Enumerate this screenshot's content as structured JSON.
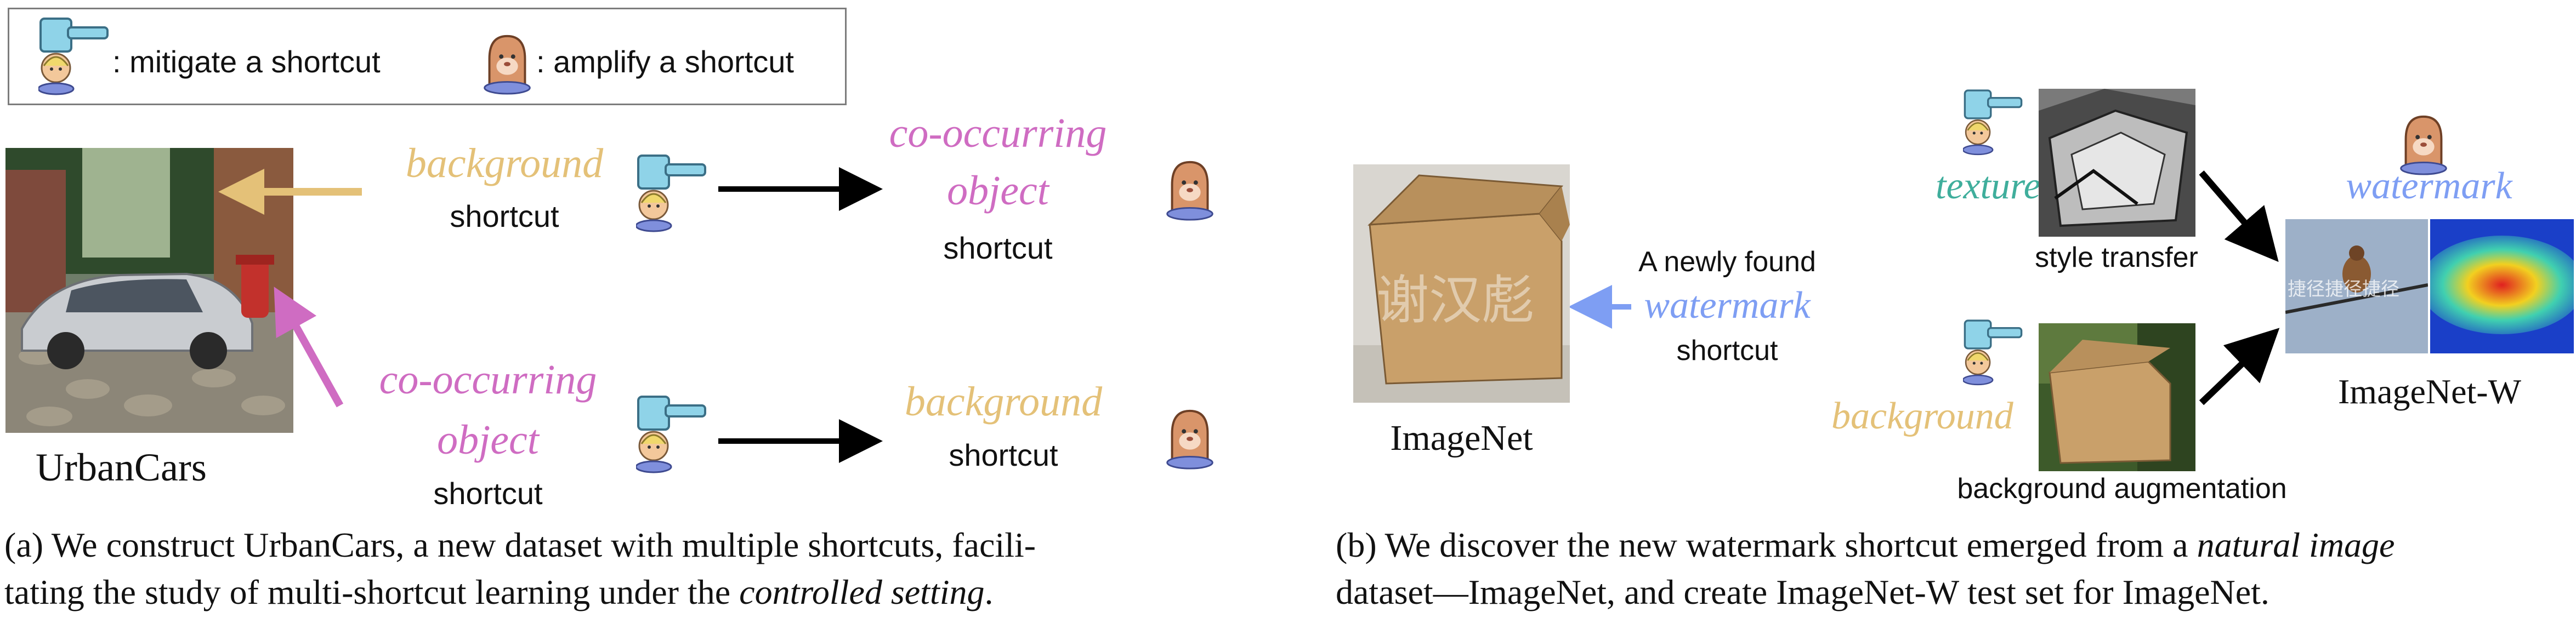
{
  "legend": {
    "mitigate_label": ": mitigate a shortcut",
    "amplify_label": ": amplify a shortcut"
  },
  "panel_a": {
    "dataset_label": "UrbanCars",
    "row1": {
      "left_italic": "background",
      "left_plain": "shortcut",
      "right_italic_1": "co-occurring",
      "right_italic_2": "object",
      "right_plain": "shortcut"
    },
    "row2": {
      "left_italic_1": "co-occurring",
      "left_italic_2": "object",
      "left_plain": "shortcut",
      "right_italic": "background",
      "right_plain": "shortcut"
    },
    "caption_line1": "(a) We construct UrbanCars, a new dataset with multiple shortcuts, facili-",
    "caption_line2_a": "tating the study of multi-shortcut learning under the ",
    "caption_line2_b": "controlled setting",
    "caption_line2_c": "."
  },
  "panel_b": {
    "imagenet_label": "ImageNet",
    "box_watermark_text": "谢汉彪",
    "newly_found_1": "A newly found",
    "newly_found_2": "watermark",
    "newly_found_3": "shortcut",
    "texture_label": "texture",
    "style_transfer_label": "style transfer",
    "background_label": "background",
    "bg_aug_label": "background augmentation",
    "watermark_label": "watermark",
    "w_image_text": "捷径捷径捷径",
    "imagenet_w_label": "ImageNet-W",
    "caption_line1_a": "(b) We discover the new watermark shortcut emerged from a ",
    "caption_line1_b": "natural image",
    "caption_line2": "dataset—ImageNet, and create ImageNet-W test set for ImageNet."
  },
  "colors": {
    "background_shortcut": "#e4c178",
    "object_shortcut": "#cf6cc2",
    "texture": "#3fae9c",
    "watermark": "#7e9ef3"
  },
  "icons": {
    "mitigate": "hammer-icon",
    "amplify": "mole-icon"
  }
}
